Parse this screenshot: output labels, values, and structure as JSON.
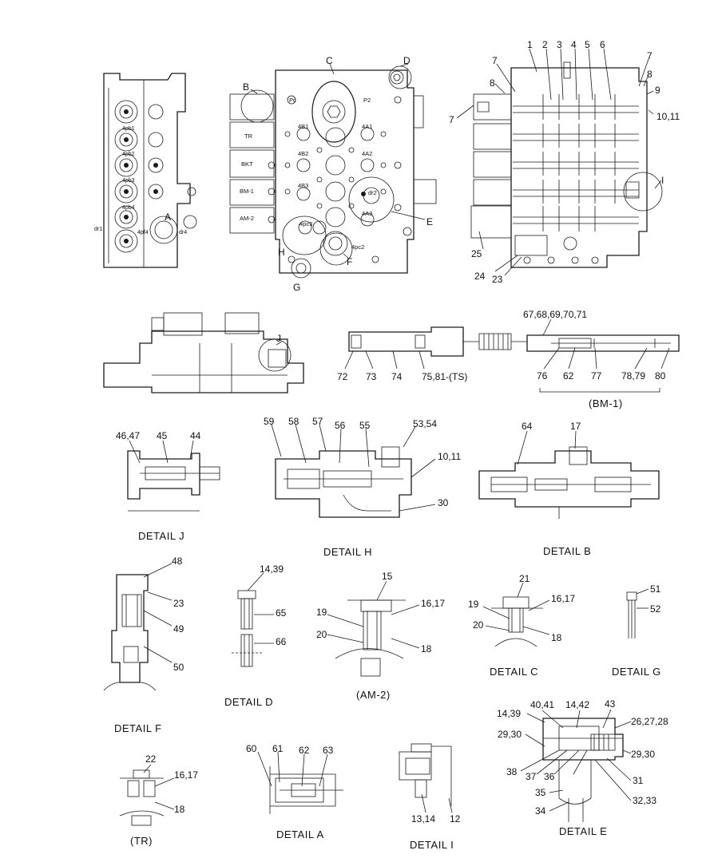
{
  "callouts": {
    "c_A": "A",
    "c_B": "B",
    "c_C": "C",
    "c_D": "D",
    "c_E": "E",
    "c_F": "F",
    "c_G": "G",
    "c_H": "H",
    "c_I": "I",
    "c_J": "J",
    "n1": "1",
    "n2": "2",
    "n3": "3",
    "n4": "4",
    "n5": "5",
    "n6": "6",
    "n7a": "7",
    "n7b": "7",
    "n7c": "7",
    "n8a": "8",
    "n8b": "8",
    "n9": "9",
    "n10_11": "10,11",
    "n25": "25",
    "n24": "24",
    "n23": "23",
    "n67_71": "67,68,69,70,71",
    "n72": "72",
    "n73": "73",
    "n74": "74",
    "n75_81": "75,81-(TS)",
    "n76": "76",
    "n62": "62",
    "n77": "77",
    "n78_79": "78,79",
    "n80": "80",
    "n46_47": "46,47",
    "n45": "45",
    "n44": "44",
    "n59": "59",
    "n58": "58",
    "n57": "57",
    "n56": "56",
    "n55": "55",
    "n53_54": "53,54",
    "n10_11b": "10,11",
    "n30": "30",
    "n64": "64",
    "n17": "17",
    "n48": "48",
    "n23b": "23",
    "n49": "49",
    "n50": "50",
    "n14_39": "14,39",
    "n65": "65",
    "n66": "66",
    "n15": "15",
    "n16_17": "16,17",
    "n19": "19",
    "n20": "20",
    "n18": "18",
    "n21": "21",
    "n19b": "19",
    "n16_17b": "16,17",
    "n20b": "20",
    "n18b": "18",
    "n51": "51",
    "n52": "52",
    "n22": "22",
    "n16_17c": "16,17",
    "n18c": "18",
    "n60": "60",
    "n61": "61",
    "n62b": "62",
    "n63": "63",
    "n13_14": "13,14",
    "n12": "12",
    "n14_39b": "14,39",
    "n40_41": "40,41",
    "n14_42": "14,42",
    "n43": "43",
    "n26_28": "26,27,28",
    "n29_30": "29,30",
    "n29_30b": "29,30",
    "n38": "38",
    "n37": "37",
    "n36": "36",
    "n31": "31",
    "n35": "35",
    "n32_33": "32,33",
    "n34": "34"
  },
  "block_labels": {
    "pc": "Pc",
    "tr": "TR",
    "bkt": "BKT",
    "bm1": "BM-1",
    "am2": "AM-2",
    "p2": "P2",
    "b1": "4B1",
    "a1": "4A1",
    "b2": "4B2",
    "a2": "4A2",
    "b3": "4B3",
    "a3": "4A3",
    "dr2": "dr2",
    "pc3": "4pc3",
    "pc2": "4pc2",
    "pb1": "4pb1",
    "pb2": "4pb2",
    "pb3": "4pb3",
    "pb4": "4pb4",
    "pf4": "4pf4",
    "dr1": "dr1",
    "dr4": "dr4"
  },
  "captions": {
    "bm1": "(BM-1)",
    "detail_j": "DETAIL  J",
    "detail_h": "DETAIL  H",
    "detail_b": "DETAIL  B",
    "detail_f": "DETAIL  F",
    "detail_d": "DETAIL  D",
    "am2": "(AM-2)",
    "detail_c": "DETAIL  C",
    "detail_g": "DETAIL  G",
    "tr": "(TR)",
    "detail_a": "DETAIL  A",
    "detail_i": "DETAIL  I",
    "detail_e": "DETAIL  E"
  }
}
